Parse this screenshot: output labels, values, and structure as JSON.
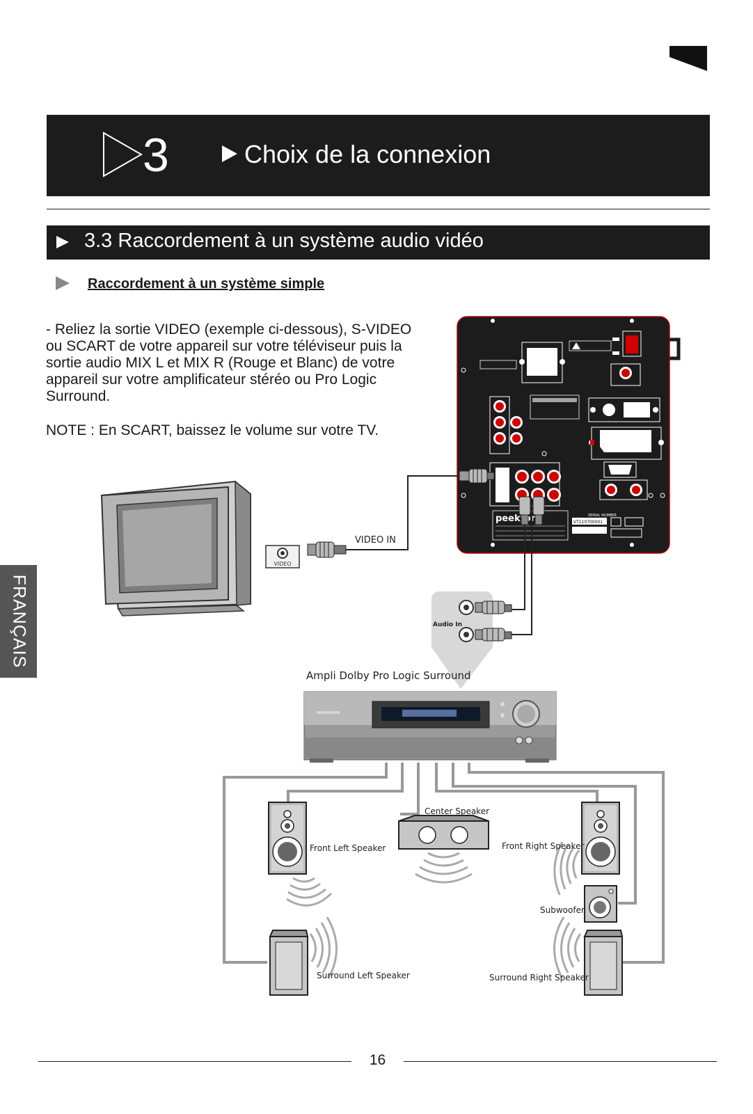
{
  "chapter": {
    "number": "3",
    "title": "Choix de la connexion"
  },
  "section": {
    "title": "3.3 Raccordement à un système audio vidéo"
  },
  "subsection": {
    "title": "Raccordement à un système simple"
  },
  "body": {
    "paragraph": "- Reliez la sortie VIDEO (exemple ci-dessous), S-VIDEO ou  SCART de votre appareil sur votre téléviseur puis la sortie audio MIX L et MIX R (Rouge et Blanc) de votre appareil sur votre amplificateur stéréo ou Pro Logic Surround.",
    "note": "NOTE : En SCART, baissez le volume sur votre TV."
  },
  "side_tab": "FRANÇAIS",
  "diagram": {
    "tv_jack_label": "VIDEO",
    "video_in_label": "VIDEO IN",
    "audio_in_label": "Audio In",
    "amplifier_label": "Ampli Dolby Pro Logic Surround",
    "device_brand": "peekton",
    "serial_label": "SERIAL NUMBER",
    "serial_value": "VT110700001",
    "speakers": {
      "center": "Center Speaker",
      "front_left": "Front Left Speaker",
      "front_right": "Front Right Speaker",
      "subwoofer": "Subwoofer",
      "surround_left": "Surround Left Speaker",
      "surround_right": "Surround Right Speaker"
    }
  },
  "page_number": "16"
}
